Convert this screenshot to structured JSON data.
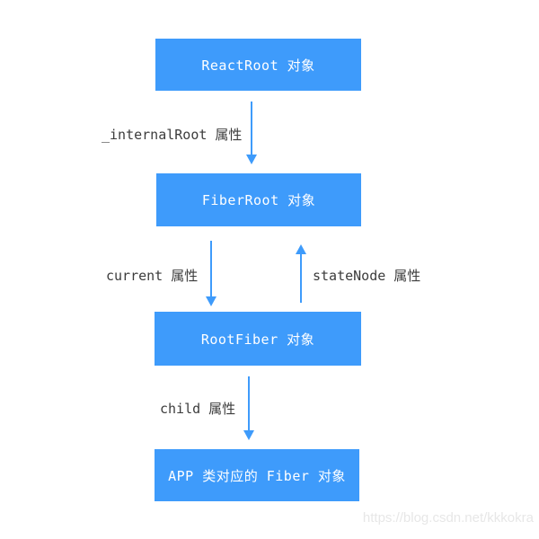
{
  "diagram": {
    "title_hint": "React root objects relationship flowchart",
    "colors": {
      "node_fill": "#3e9bfb",
      "node_text": "#ffffff",
      "edge_label_text": "#3c3c3c",
      "arrow": "#3e9bfb",
      "background": "#ffffff",
      "watermark_text": "#e7e7e7"
    },
    "nodes": [
      {
        "id": "react-root",
        "label": "ReactRoot 对象"
      },
      {
        "id": "fiber-root",
        "label": "FiberRoot 对象"
      },
      {
        "id": "root-fiber",
        "label": "RootFiber 对象"
      },
      {
        "id": "app-fiber",
        "label": "APP 类对应的 Fiber 对象"
      }
    ],
    "edges": [
      {
        "from": "react-root",
        "to": "fiber-root",
        "direction": "down",
        "label": "_internalRoot 属性"
      },
      {
        "from": "fiber-root",
        "to": "root-fiber",
        "direction": "down",
        "label": "current 属性"
      },
      {
        "from": "root-fiber",
        "to": "fiber-root",
        "direction": "up",
        "label": "stateNode 属性"
      },
      {
        "from": "root-fiber",
        "to": "app-fiber",
        "direction": "down",
        "label": "child 属性"
      }
    ],
    "watermark": "https://blog.csdn.net/kkkokra"
  }
}
